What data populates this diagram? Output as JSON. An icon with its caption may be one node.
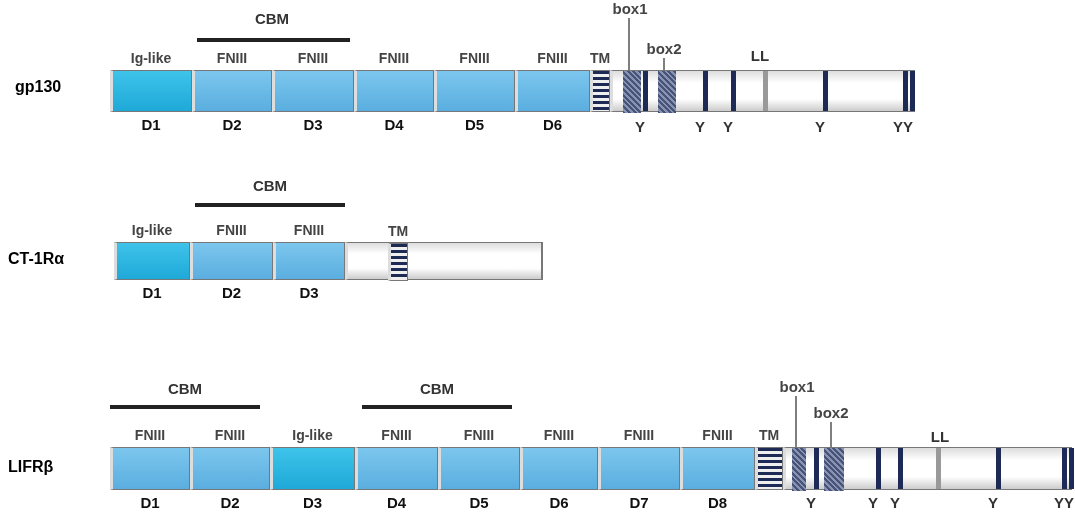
{
  "diagram": {
    "nodes": [
      {
        "text": [
          "Ig-like",
          "D1"
        ]
      },
      {
        "text": [
          "FNIII",
          "D2"
        ]
      },
      {
        "text": [
          "FNIII",
          "D3"
        ]
      },
      {
        "text": [
          "FNIII",
          "D4"
        ]
      },
      {
        "text": [
          "FNIII",
          "D5"
        ]
      },
      {
        "text": [
          "FNIII",
          "D6"
        ]
      },
      {
        "text": [
          "TM"
        ]
      },
      {
        "text": [],
        "shape": "bar"
      },
      {
        "text": [],
        "shape": "box",
        "in": 7
      },
      {
        "text": [],
        "shape": "box",
        "in": 7
      },
      {
        "text": [
          "box1"
        ]
      },
      {
        "text": [
          "box2"
        ]
      },
      {
        "text": [
          "Ig-like",
          "D1"
        ]
      },
      {
        "text": [
          "FNIII",
          "D2"
        ]
      },
      {
        "text": [
          "FNIII",
          "D3"
        ]
      },
      {
        "text": [],
        "shape": "bar"
      },
      {
        "text": [
          "TM"
        ],
        "in": 15
      },
      {
        "text": [
          "FNIII",
          "D1"
        ]
      },
      {
        "text": [
          "FNIII",
          "D2"
        ]
      },
      {
        "text": [
          "Ig-like",
          "D3"
        ]
      },
      {
        "text": [
          "FNIII",
          "D4"
        ]
      },
      {
        "text": [
          "FNIII",
          "D5"
        ]
      },
      {
        "text": [
          "FNIII",
          "D6"
        ]
      },
      {
        "text": [
          "FNIII",
          "D7"
        ]
      },
      {
        "text": [
          "FNIII",
          "D8"
        ]
      },
      {
        "text": [
          "TM"
        ]
      },
      {
        "text": [],
        "shape": "bar"
      },
      {
        "text": [],
        "shape": "box",
        "in": 26
      },
      {
        "text": [],
        "shape": "box",
        "in": 26
      },
      {
        "text": [
          "box1"
        ]
      },
      {
        "text": [
          "box2"
        ]
      }
    ],
    "edges": [
      {
        "from": 10,
        "to": 8,
        "arrow": "none"
      },
      {
        "from": 11,
        "to": 9,
        "arrow": "none"
      },
      {
        "from": 29,
        "to": 27,
        "arrow": "none"
      },
      {
        "from": 30,
        "to": 28,
        "arrow": "none"
      }
    ],
    "labels": [
      "gp130",
      "CBM",
      "LL",
      "Y",
      "Y",
      "Y",
      "Y",
      "YY",
      "CT-1Rα",
      "CBM",
      "LIFRβ",
      "CBM",
      "CBM",
      "LL",
      "Y",
      "Y",
      "Y",
      "Y",
      "YY"
    ]
  }
}
